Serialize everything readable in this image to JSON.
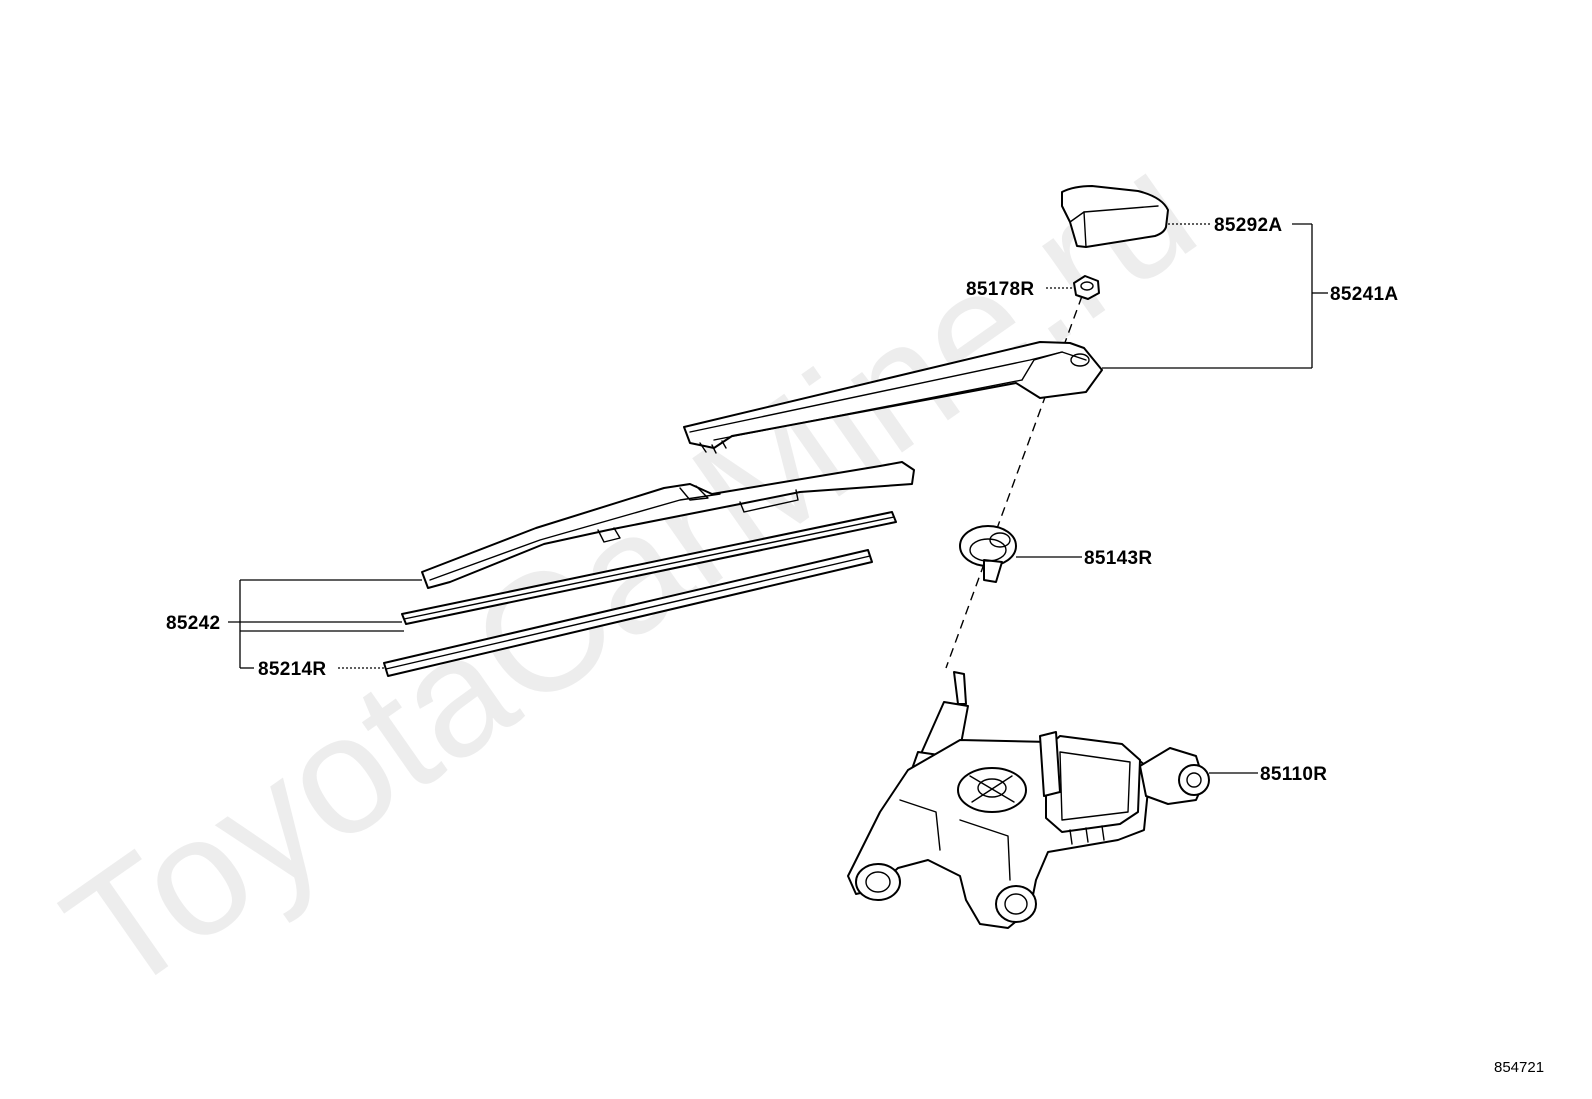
{
  "watermark": "ToyotaCarMine.ru",
  "figure_number": "854721",
  "callouts": {
    "cap": "85292A",
    "nut": "85178R",
    "arm_assembly": "85241A",
    "blade_assembly": "85242",
    "refill": "85214R",
    "grommet": "85143R",
    "motor": "85110R"
  }
}
